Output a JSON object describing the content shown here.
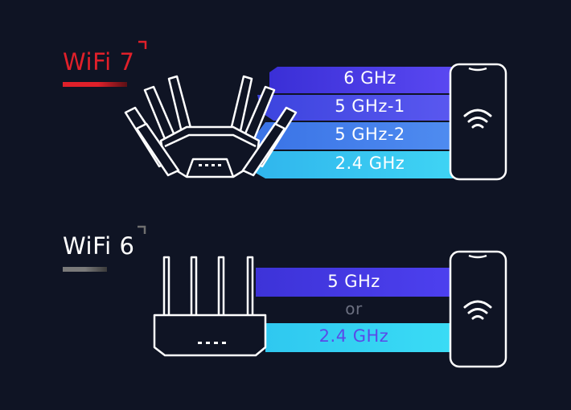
{
  "colors": {
    "background": "#0f1424",
    "wifi7_accent": "#e0202a",
    "wifi6_accent": "#6f6f6f",
    "band_top": "#4f3ef0",
    "band_bottom": "#35d3f3",
    "or_text": "#6b6f80",
    "label_2g_wifi6": "#5a4ae8"
  },
  "wifi7": {
    "title": "WiFi 7",
    "bands": [
      "6 GHz",
      "5 GHz-1",
      "5 GHz-2",
      "2.4 GHz"
    ]
  },
  "wifi6": {
    "title": "WiFi 6",
    "bands": [
      "5 GHz",
      "2.4 GHz"
    ],
    "separator": "or"
  },
  "icons": {
    "router_wifi7": "router-icon",
    "router_wifi6": "router-icon",
    "phone": "smartphone-icon",
    "wifi": "wifi-signal-icon"
  }
}
